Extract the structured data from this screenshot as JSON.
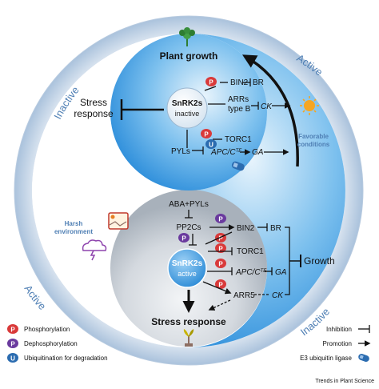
{
  "ring_labels": {
    "inactive_top_left": "Inactive",
    "active_top_right": "Active",
    "active_bottom_left": "Active",
    "inactive_bottom_right": "Inactive"
  },
  "top_panel": {
    "plant_growth": "Plant growth",
    "stress_response": [
      "Stress",
      "response"
    ],
    "snrk2s_title": "SnRK2s",
    "snrk2s_state": "inactive",
    "bin2": "BIN2",
    "br": "BR",
    "arrs": [
      "ARRs",
      "type B"
    ],
    "ck": "CK",
    "torc1": "TORC1",
    "pyls": "PYLs",
    "apc": "APC/C",
    "apc_sup": "TE",
    "ga": "GA",
    "favorable": [
      "Favorable",
      "conditions"
    ]
  },
  "bottom_panel": {
    "aba_pyls": "ABA+PYLs",
    "pp2cs": "PP2Cs",
    "harsh": [
      "Harsh",
      "environment"
    ],
    "bin2": "BIN2",
    "br": "BR",
    "torc1": "TORC1",
    "apc": "APC/C",
    "apc_sup": "TE",
    "ga": "GA",
    "arr5": "ARR5",
    "ck": "CK",
    "growth": "Growth",
    "snrk2s_title": "SnRK2s",
    "snrk2s_state": "active",
    "stress_response": "Stress response"
  },
  "legend": {
    "phosphorylation": "Phosphorylation",
    "dephosphorylation": "Dephosphorylation",
    "ubiquitination": "Ubiquitination for degradation",
    "inhibition": "Inhibition",
    "promotion": "Promotion",
    "e3_ligase": "E3 ubiquitin ligase",
    "badge_p": "P",
    "badge_u": "U"
  },
  "credit": "Trends in Plant Science",
  "colors": {
    "ring_blue": "#5b8fc8",
    "top_blue": "#3b9ae1",
    "top_light": "#cfe6f8",
    "bottom_grey": "#c9d0d8",
    "phospho_red": "#d93a3a",
    "dephospho_purple": "#6a3a9e",
    "ubiquitin_blue": "#2b6cb0"
  }
}
